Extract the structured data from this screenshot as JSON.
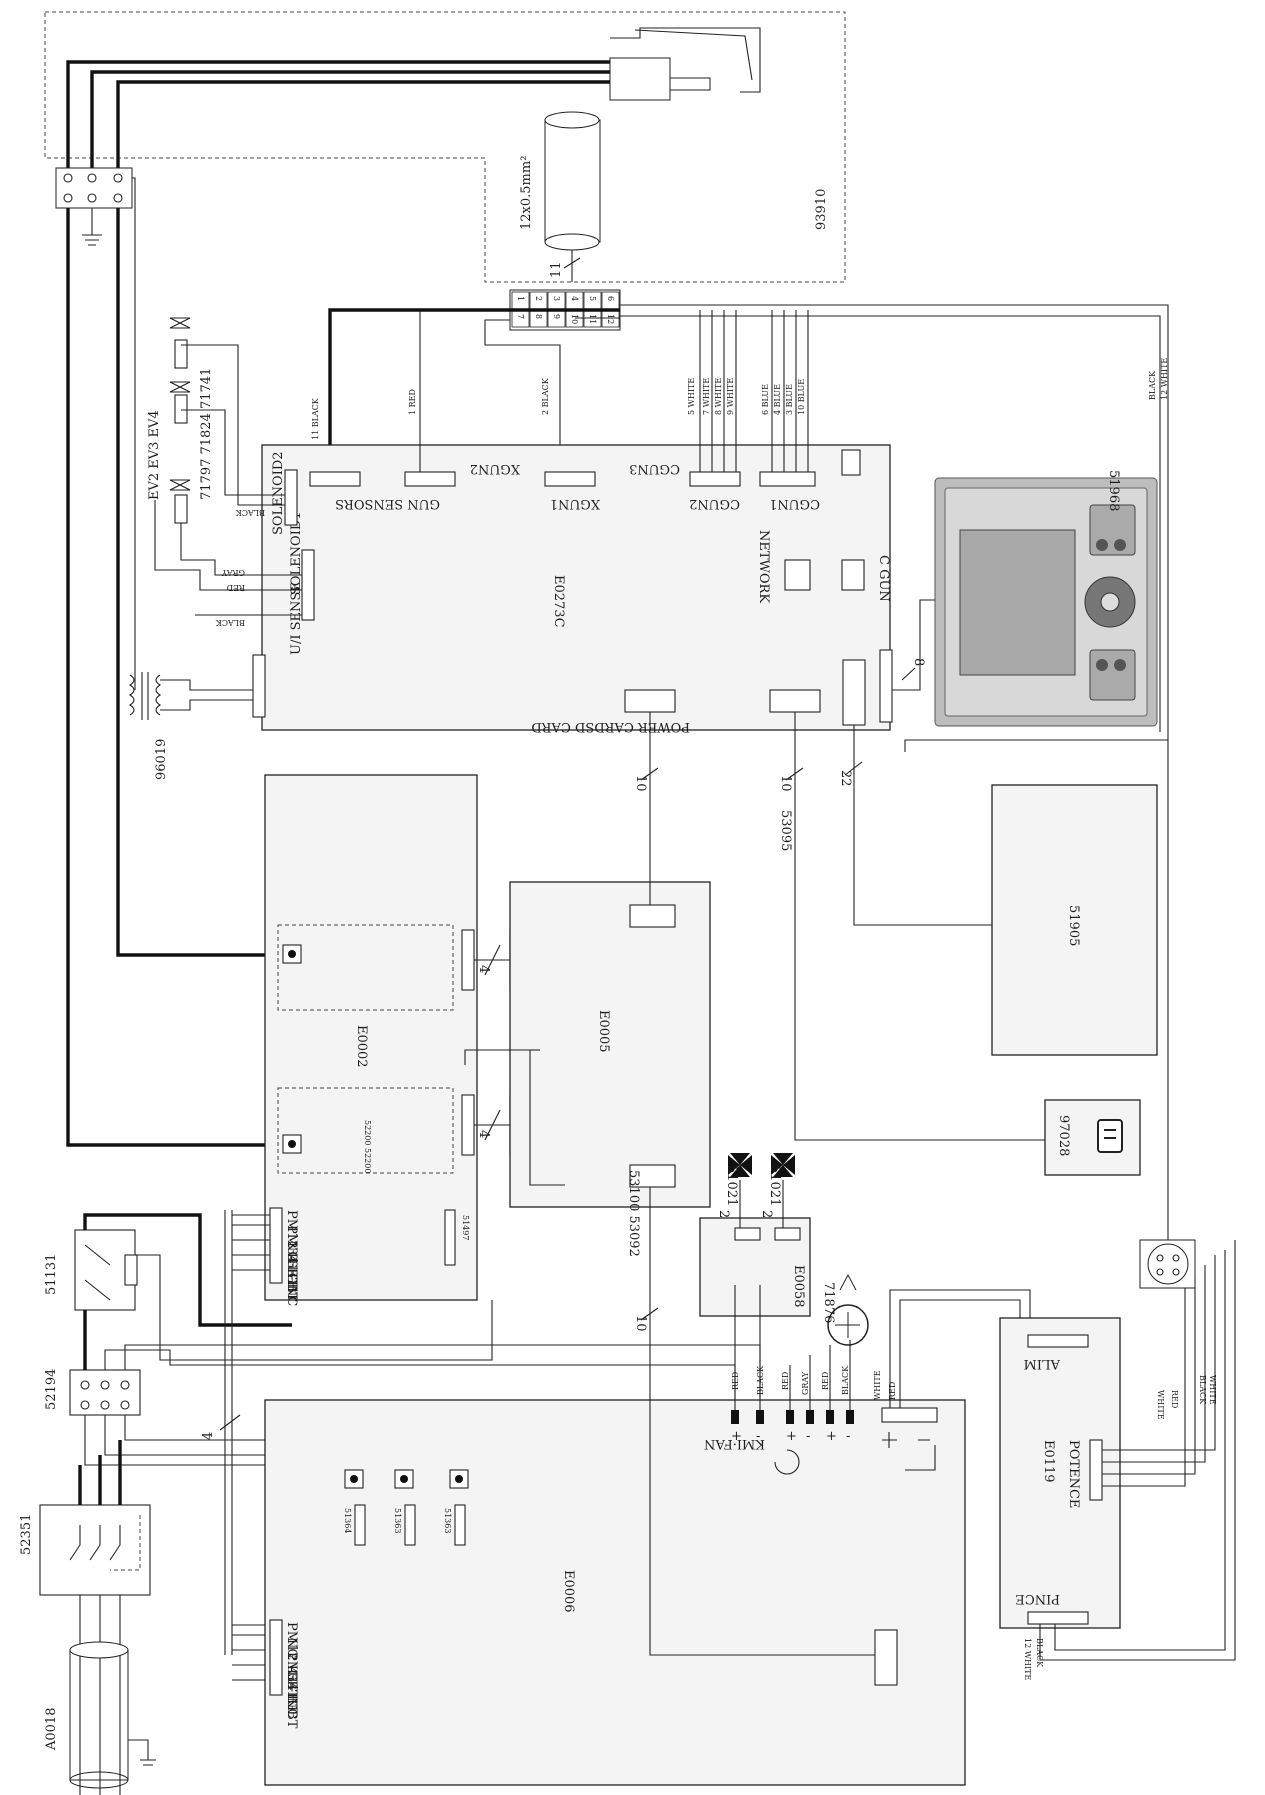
{
  "labels": {
    "e0273c": "E0273C",
    "network": "NETWORK",
    "cgun": "C GUN",
    "power_card": "POWER CARDSD CARD",
    "uisense": "U/I SENSE",
    "solenoid1": "SOLENOID1",
    "solenoid2": "SOLENOID2",
    "gun_sensors": "GUN SENSORS",
    "xgun2": "XGUN2",
    "xgun1": "XGUN1",
    "cgun3": "CGUN3",
    "cgun2": "CGUN2",
    "cgun1": "CGUN1",
    "ev_top": "EV2 EV3 EV4",
    "ev_bottom": "71797 71824 71741",
    "t96019": "96019",
    "p93910": "93910",
    "cable": "12x0.5mm²",
    "b51968": "51968",
    "b51905": "51905",
    "b97028": "97028",
    "e0002": "E0002",
    "e0005": "E0005",
    "e0006": "E0006",
    "e0058": "E0058",
    "e0119": "E0119",
    "alim": "ALIM",
    "potence": "POTENCE",
    "pince": "PINCE",
    "kmifan": "KMI·FAN",
    "k51131": "51131",
    "k52194": "52194",
    "k52351": "52351",
    "a0018": "A0018",
    "c53095": "53095",
    "c53100": "53100 53092",
    "f51021a": "51021",
    "f51021b": "51021",
    "m71876": "71876",
    "chip52200": "52200 52200",
    "f51497": "51497",
    "fu1": "51363",
    "fu2": "51363",
    "fu3": "51364"
  },
  "pins": {
    "top": [
      "PM12 IGBT",
      "PM34 IGBT",
      "NC",
      "-HT",
      "+HT",
      "NC"
    ],
    "bottom": [
      "PM12 IGBT",
      "NC",
      "PM34 IGBT",
      "-HT",
      "+HT",
      "NC"
    ]
  },
  "wire_labels": {
    "black11": "11 BLACK",
    "red1": "1 RED",
    "black2": "2 BLACK",
    "white5": "5 WHITE",
    "white7": "7 WHITE",
    "white8": "8 WHITE",
    "white9": "9 WHITE",
    "blue6": "6 BLUE",
    "blue4": "4 BLUE",
    "blue3": "3 BLUE",
    "blue10": "10 BLUE",
    "black_r": "BLACK",
    "white12_r": "12 WHITE",
    "sol_black": "BLACK",
    "sol_gray": "GRAY",
    "sol_red": "RED",
    "sol2_black": "BLACK",
    "kmi_red": "RED",
    "kmi_black": "BLACK",
    "kmi_red2": "RED",
    "kmi_gray": "GRAY",
    "kmi_red3": "RED",
    "kmi_black2": "BLACK",
    "white_r": "WHITE",
    "red_r": "RED",
    "pot_white": "WHITE",
    "pot_red": "RED",
    "pot_black": "BLACK",
    "pot_white2": "WHITE",
    "pince_white": "12 WHITE",
    "pince_black": "BLACK"
  },
  "counts": {
    "c11": "11",
    "c10a": "10",
    "c10b": "10",
    "c22": "22",
    "c8": "8",
    "c4a": "4",
    "c4b": "4",
    "c4c": "4",
    "c10c": "10",
    "c2a": "2",
    "c2b": "2"
  },
  "terminals": [
    "1",
    "7",
    "2",
    "8",
    "3",
    "9",
    "4",
    "10",
    "5",
    "11",
    "6",
    "12"
  ],
  "kmi_signs": [
    "+",
    "-",
    "+",
    "-",
    "+",
    "-"
  ],
  "icons": [
    "fan-icon",
    "sd-card-icon",
    "motor-icon",
    "ground-icon",
    "transformer-icon",
    "valve-icon"
  ]
}
